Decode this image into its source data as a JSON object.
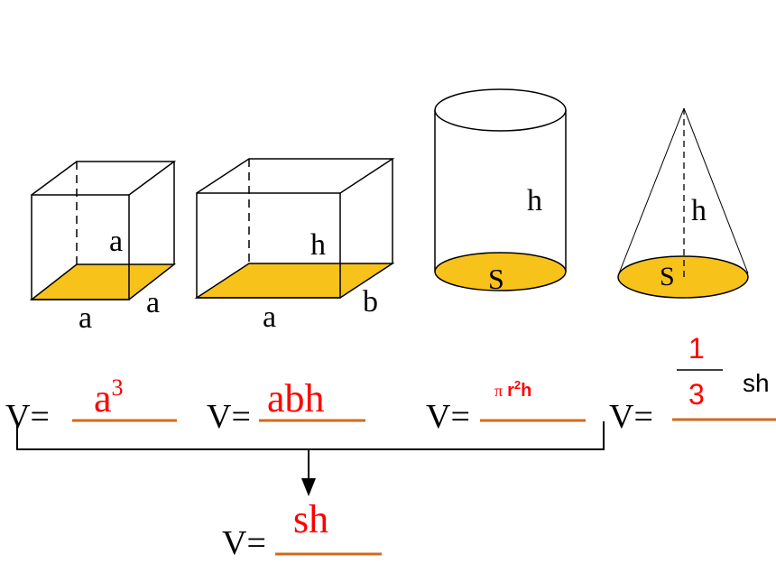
{
  "colors": {
    "base_fill": "#f7c21a",
    "answer_text": "#ff0000",
    "underline": "#d2691e",
    "line": "#000000"
  },
  "figures": {
    "cube": {
      "edge_label_height": "a",
      "edge_label_depth": "a",
      "edge_label_width": "a"
    },
    "cuboid": {
      "edge_label_height": "h",
      "edge_label_depth": "b",
      "edge_label_width": "a"
    },
    "cylinder": {
      "height_label": "h",
      "base_label": "S"
    },
    "cone": {
      "height_label": "h",
      "base_label": "S"
    }
  },
  "formulas": {
    "prefix": "V=",
    "cube": {
      "base": "a",
      "exponent": "3"
    },
    "cuboid": {
      "answer": "abh"
    },
    "cylinder": {
      "pi": "π",
      "r": "r",
      "exponent": "2",
      "h": "h"
    },
    "cone": {
      "numerator": "1",
      "denominator": "3",
      "suffix": "sh"
    },
    "general": {
      "answer": "sh"
    }
  }
}
